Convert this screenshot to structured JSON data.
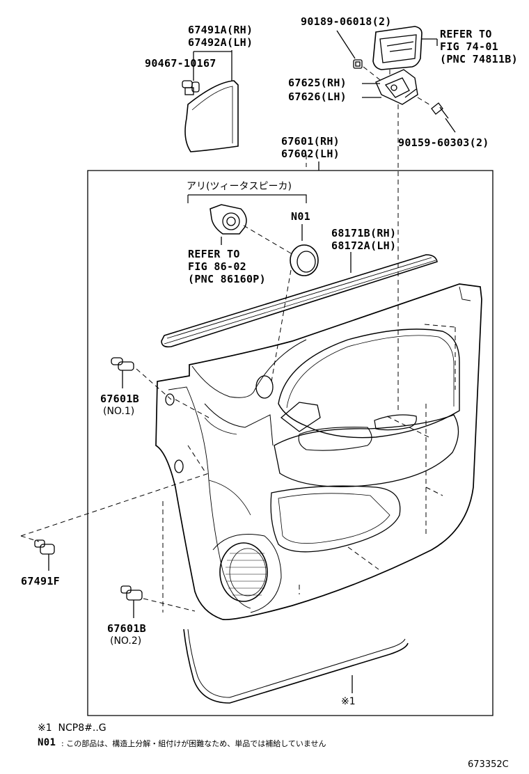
{
  "labels": {
    "p67491a": "67491A(RH)",
    "p67492a": "67492A(LH)",
    "p90467": "90467-10167",
    "p90189": "90189-06018(2)",
    "refer74_1": "REFER TO",
    "refer74_2": "FIG 74-01",
    "refer74_3": "(PNC 74811B)",
    "p67625": "67625(RH)",
    "p67626": "67626(LH)",
    "p90159": "90159-60303(2)",
    "p67601": "67601(RH)",
    "p67602": "67602(LH)",
    "tweeter_group": "アリ(ツィータスピーカ)",
    "n01": "N01",
    "p68171b": "68171B(RH)",
    "p68172a": "68172A(LH)",
    "refer86_1": "REFER TO",
    "refer86_2": "FIG 86-02",
    "refer86_3": "(PNC 86160P)",
    "p67601b_1": "67601B",
    "no1": "(NO.1)",
    "p67491f": "67491F",
    "p67601b_2": "67601B",
    "no2": "(NO.2)",
    "note1_mark": "※1"
  },
  "footnotes": {
    "note1": "※1  NCP8#..G",
    "n01_key": "N01",
    "n01_text": ": この部品は、構造上分解・組付けが困難なため、単品では補給していません"
  },
  "figure_id": "673352C"
}
